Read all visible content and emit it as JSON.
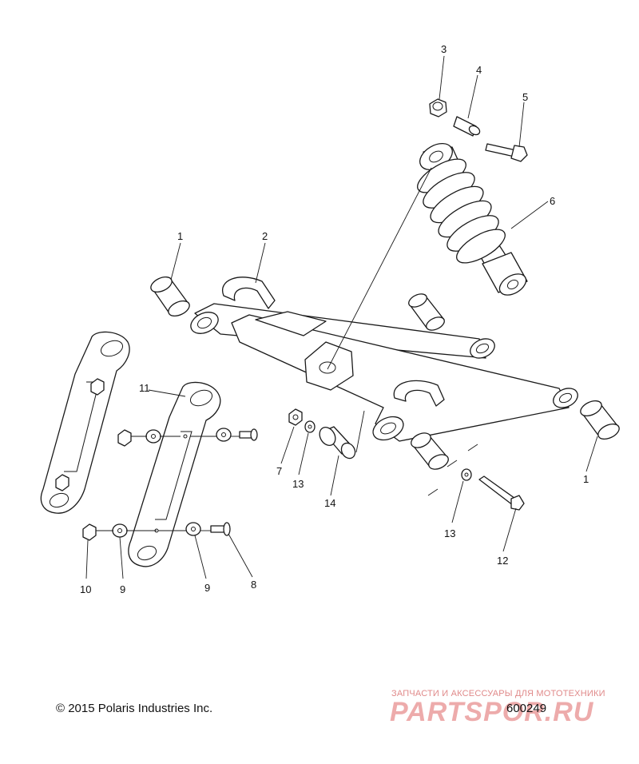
{
  "callouts": [
    {
      "id": "c3",
      "text": "3"
    },
    {
      "id": "c4",
      "text": "4"
    },
    {
      "id": "c5",
      "text": "5"
    },
    {
      "id": "c6",
      "text": "6"
    },
    {
      "id": "c1a",
      "text": "1"
    },
    {
      "id": "c2",
      "text": "2"
    },
    {
      "id": "c11",
      "text": "11"
    },
    {
      "id": "c7",
      "text": "7"
    },
    {
      "id": "c13a",
      "text": "13"
    },
    {
      "id": "c14",
      "text": "14"
    },
    {
      "id": "c1b",
      "text": "1"
    },
    {
      "id": "c13b",
      "text": "13"
    },
    {
      "id": "c12",
      "text": "12"
    },
    {
      "id": "c10",
      "text": "10"
    },
    {
      "id": "c9a",
      "text": "9"
    },
    {
      "id": "c9b",
      "text": "9"
    },
    {
      "id": "c8",
      "text": "8"
    }
  ],
  "footer": {
    "copyright": "© 2015 Polaris Industries Inc.",
    "drawing_number": "600249"
  },
  "watermark": {
    "tagline": "ЗАПЧАСТИ И АКСЕССУАРЫ ДЛЯ МОТОТЕХНИКИ",
    "brand": "PARTSPOR.RU"
  },
  "colors": {
    "line": "#1a1a1a",
    "watermark": "#e88f8f"
  }
}
